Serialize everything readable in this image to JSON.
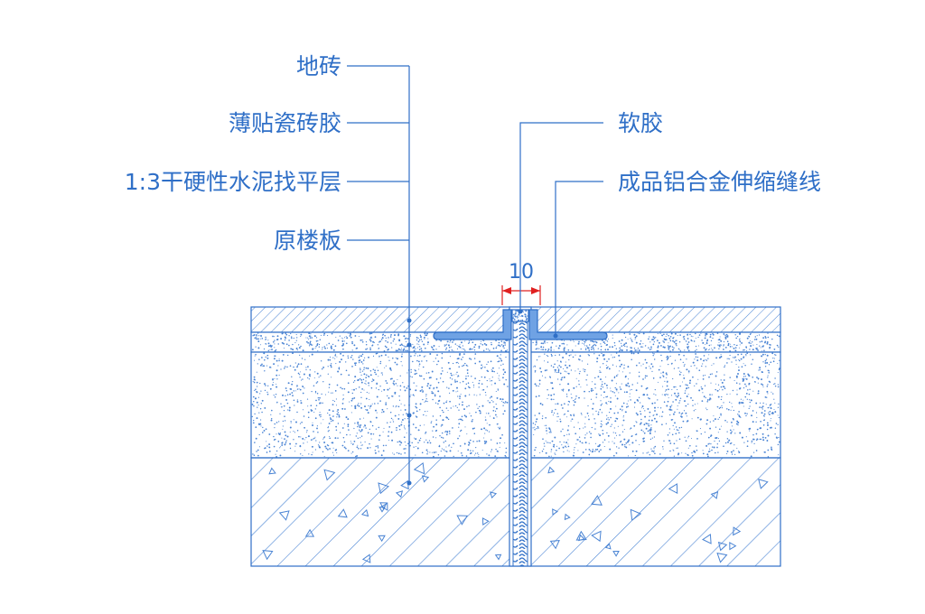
{
  "drawing": {
    "left_labels": [
      {
        "id": "floor-tile",
        "text": "地砖"
      },
      {
        "id": "tile-adhesive",
        "text": "薄贴瓷砖胶"
      },
      {
        "id": "leveling-layer",
        "text": "1:3干硬性水泥找平层"
      },
      {
        "id": "floor-slab",
        "text": "原楼板"
      }
    ],
    "right_labels": [
      {
        "id": "soft-glue",
        "text": "软胶"
      },
      {
        "id": "expansion-joint",
        "text": "成品铝合金伸缩缝线"
      }
    ],
    "dimension": {
      "value": "10"
    },
    "colors": {
      "line": "#2f6fc7",
      "hatch": "#4a84d4",
      "dimension": "#e02020",
      "background": "#ffffff"
    }
  }
}
